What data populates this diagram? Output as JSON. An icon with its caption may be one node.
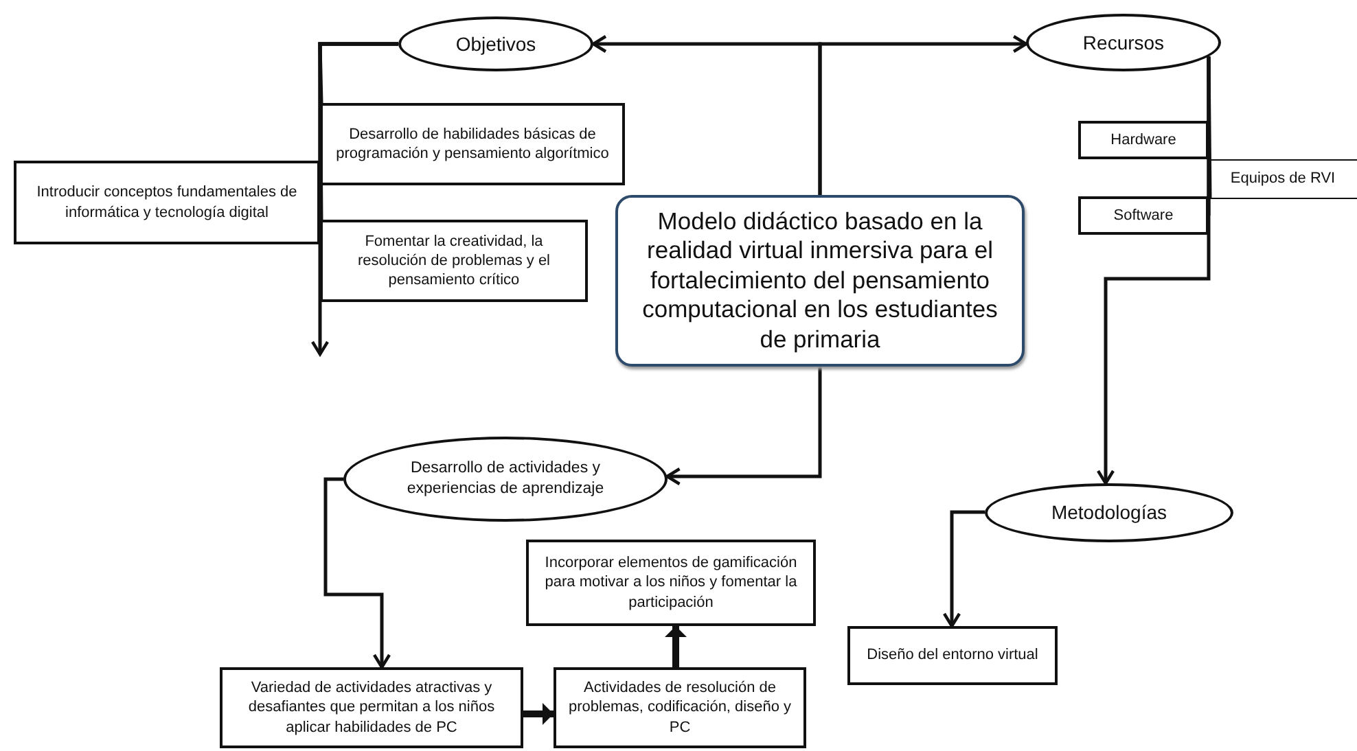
{
  "diagram": {
    "nodes": [
      {
        "text": [
          "Objetivos"
        ]
      },
      {
        "text": [
          "Recursos"
        ]
      },
      {
        "text": [
          "Desarrollo de habilidades básicas de programación y pensamiento algorítmico"
        ]
      },
      {
        "text": [
          "Hardware"
        ]
      },
      {
        "text": [
          "Introducir conceptos fundamentales de informática y tecnología digital"
        ]
      },
      {
        "text": [
          "Equipos de RVI"
        ]
      },
      {
        "text": [
          "Modelo didáctico basado en la realidad virtual inmersiva para el fortalecimiento del pensamiento computacional en los estudiantes de primaria"
        ]
      },
      {
        "text": [
          "Software"
        ]
      },
      {
        "text": [
          "Fomentar la creatividad, la resolución de problemas y el pensamiento crítico"
        ]
      },
      {
        "text": [
          "Desarrollo de actividades y experiencias de aprendizaje"
        ]
      },
      {
        "text": [
          "Metodologías"
        ]
      },
      {
        "text": [
          "Incorporar elementos de gamificación para motivar a los niños y fomentar la participación"
        ]
      },
      {
        "text": [
          "Diseño del entorno virtual"
        ]
      },
      {
        "text": [
          "Variedad de actividades atractivas y desafiantes que permitan a los niños aplicar habilidades de PC"
        ]
      },
      {
        "text": [
          "Actividades de resolución de problemas, codificación, diseño y PC"
        ]
      }
    ],
    "edges": [
      {
        "from": 6,
        "to": 0,
        "arrow": "to"
      },
      {
        "from": 6,
        "to": 1,
        "arrow": "to"
      },
      {
        "from": 0,
        "to": 2,
        "arrow": "none"
      },
      {
        "from": 0,
        "to": 4,
        "arrow": "none"
      },
      {
        "from": 0,
        "to": 8,
        "arrow": "none"
      },
      {
        "from": 0,
        "to": null,
        "arrow": "to"
      },
      {
        "from": 1,
        "to": 3,
        "arrow": "none"
      },
      {
        "from": 1,
        "to": 5,
        "arrow": "none"
      },
      {
        "from": 1,
        "to": 7,
        "arrow": "none"
      },
      {
        "from": 1,
        "to": 10,
        "arrow": "to"
      },
      {
        "from": 10,
        "to": 12,
        "arrow": "to"
      },
      {
        "from": 6,
        "to": 9,
        "arrow": "to"
      },
      {
        "from": 9,
        "to": 13,
        "arrow": "to"
      },
      {
        "from": 13,
        "to": 14,
        "arrow": "to",
        "style": "thick"
      },
      {
        "from": 14,
        "to": 11,
        "arrow": "to",
        "style": "thick"
      }
    ]
  }
}
